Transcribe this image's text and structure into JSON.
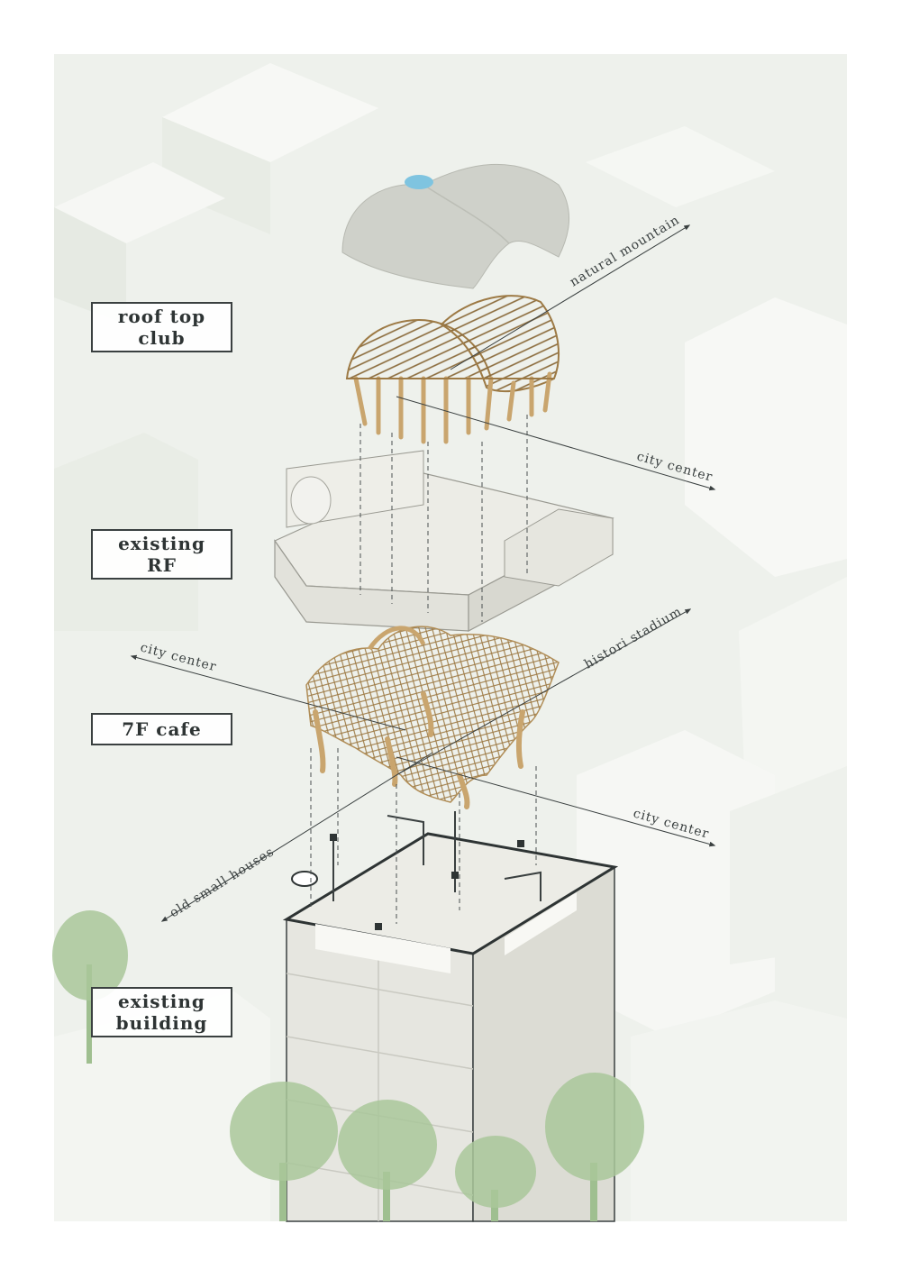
{
  "labels": {
    "roof_top_club": [
      "roof top",
      "club"
    ],
    "existing_rf": [
      "existing",
      "RF"
    ],
    "cafe_7f": [
      "7F cafe"
    ],
    "existing_building": [
      "existing",
      "building"
    ]
  },
  "directions": {
    "natural_mountain": "natural mountain",
    "city_center_upper": "city center",
    "city_center_left": "city center",
    "histori_stadium": "histori stadium",
    "city_center_lower": "city center",
    "old_small_houses": "old small houses"
  },
  "colors": {
    "background": "#eef1ec",
    "timber": "#c9a56e",
    "timber_dark": "#9d7a45",
    "concrete": "#e4e4dd",
    "roof_surface": "#cfd1ca",
    "skylight": "#7fc4e0",
    "tree": "#a9c79a",
    "outline": "#3a4040"
  },
  "icons": [
    "direction-arrow-icon",
    "tree-icon",
    "skylight-icon"
  ]
}
